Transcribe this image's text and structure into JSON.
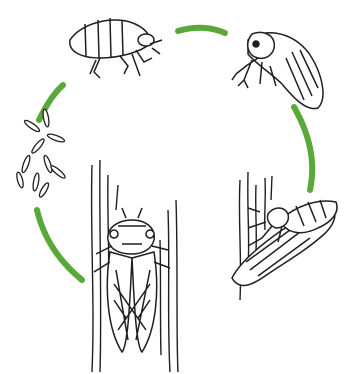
{
  "diagram": {
    "kind": "life-cycle",
    "subject": "cicada",
    "stages": [
      {
        "id": "nymph",
        "icon": "cicada-nymph-icon"
      },
      {
        "id": "emerging-nymph",
        "icon": "emerging-nymph-icon"
      },
      {
        "id": "molting-adult",
        "icon": "molting-cicada-icon"
      },
      {
        "id": "adult",
        "icon": "adult-cicada-icon"
      },
      {
        "id": "eggs",
        "icon": "cicada-eggs-icon"
      }
    ],
    "colors": {
      "cycle_arrow": "#58a83a",
      "ink": "#1f1f1f",
      "background": "#ffffff"
    }
  }
}
